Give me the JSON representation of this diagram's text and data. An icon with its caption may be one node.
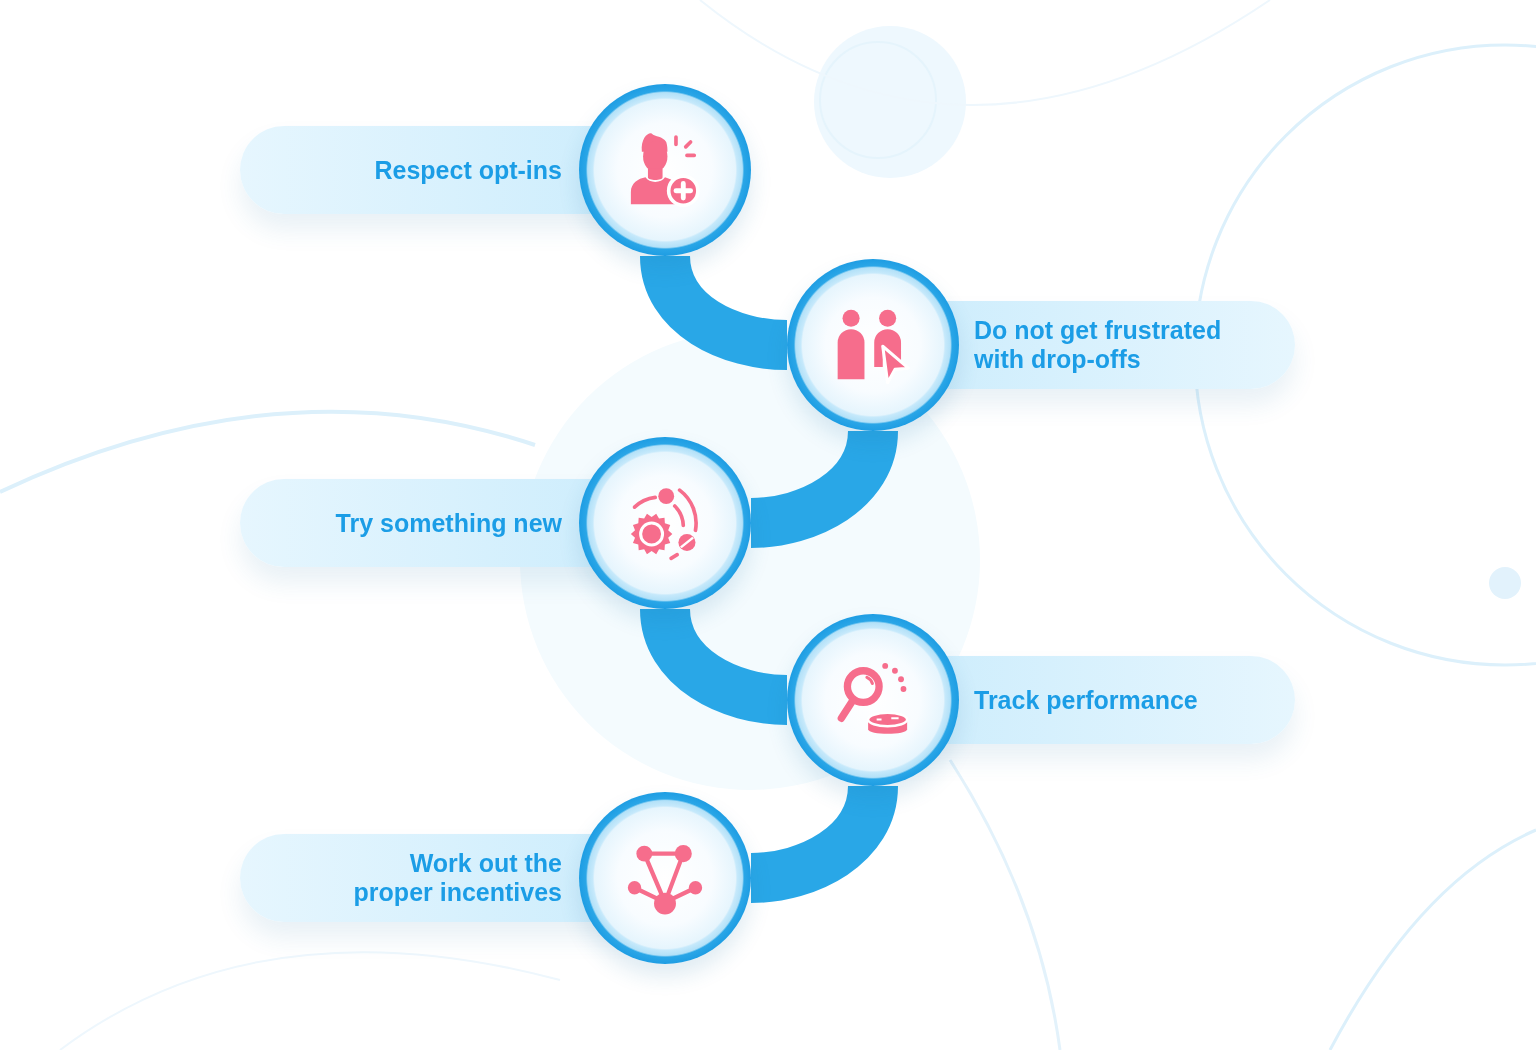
{
  "diagram": {
    "nodes": [
      {
        "text": [
          "Respect opt-ins"
        ]
      },
      {
        "text": [
          "Do not get frustrated with drop-offs"
        ]
      },
      {
        "text": [
          "Try something new"
        ]
      },
      {
        "text": [
          "Track performance"
        ]
      },
      {
        "text": [
          "Work out the proper incentives"
        ]
      }
    ],
    "edges": [
      {
        "from": 0,
        "to": 1,
        "arrow": "none"
      },
      {
        "from": 1,
        "to": 2,
        "arrow": "none"
      },
      {
        "from": 2,
        "to": 3,
        "arrow": "none"
      },
      {
        "from": 3,
        "to": 4,
        "arrow": "none"
      }
    ]
  }
}
